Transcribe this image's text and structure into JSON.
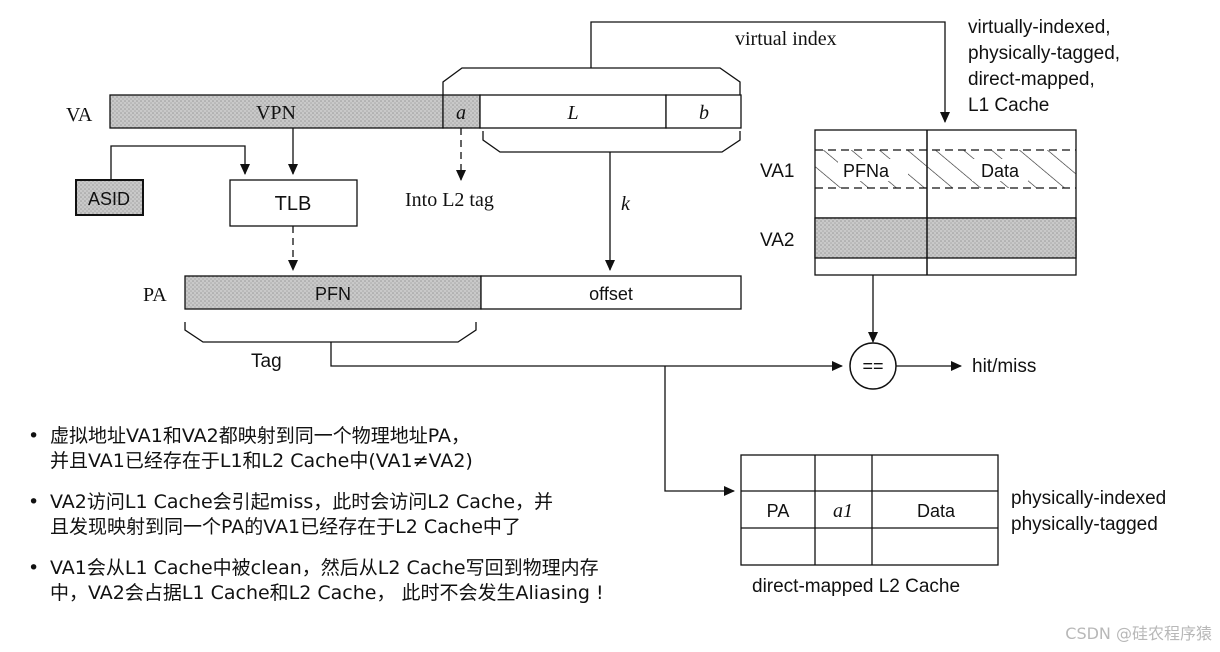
{
  "va": {
    "label": "VA",
    "vpn": "VPN",
    "a": "a",
    "L": "L",
    "b": "b"
  },
  "asid": "ASID",
  "tlb": "TLB",
  "into_l2_tag": "Into L2 tag",
  "k": "k",
  "pa": {
    "label": "PA",
    "pfn": "PFN",
    "offset": "offset"
  },
  "tag": "Tag",
  "virtual_index": "virtual index",
  "l1_caption": [
    "virtually-indexed,",
    "physically-tagged,",
    "direct-mapped,",
    "L1 Cache"
  ],
  "l1": {
    "va1": "VA1",
    "va2": "VA2",
    "pfna": "PFNa",
    "data": "Data"
  },
  "compare": "==",
  "hit_miss": "hit/miss",
  "l2": {
    "pa": "PA",
    "a1": "a1",
    "data": "Data"
  },
  "l2_side": [
    "physically-indexed",
    "physically-tagged"
  ],
  "l2_caption": "direct-mapped L2 Cache",
  "notes": [
    {
      "bullet": "•",
      "lines": [
        "虚拟地址VA1和VA2都映射到同一个物理地址PA，",
        "并且VA1已经存在于L1和L2 Cache中(VA1≠VA2)"
      ]
    },
    {
      "bullet": "•",
      "lines": [
        "VA2访问L1 Cache会引起miss，此时会访问L2 Cache，并",
        "且发现映射到同一个PA的VA1已经存在于L2 Cache中了"
      ]
    },
    {
      "bullet": "•",
      "lines": [
        "VA1会从L1 Cache中被clean，然后从L2 Cache写回到物理内存",
        "中，VA2会占据L1 Cache和L2 Cache， 此时不会发生Aliasing !"
      ]
    }
  ],
  "watermark": "CSDN @硅农程序猿"
}
